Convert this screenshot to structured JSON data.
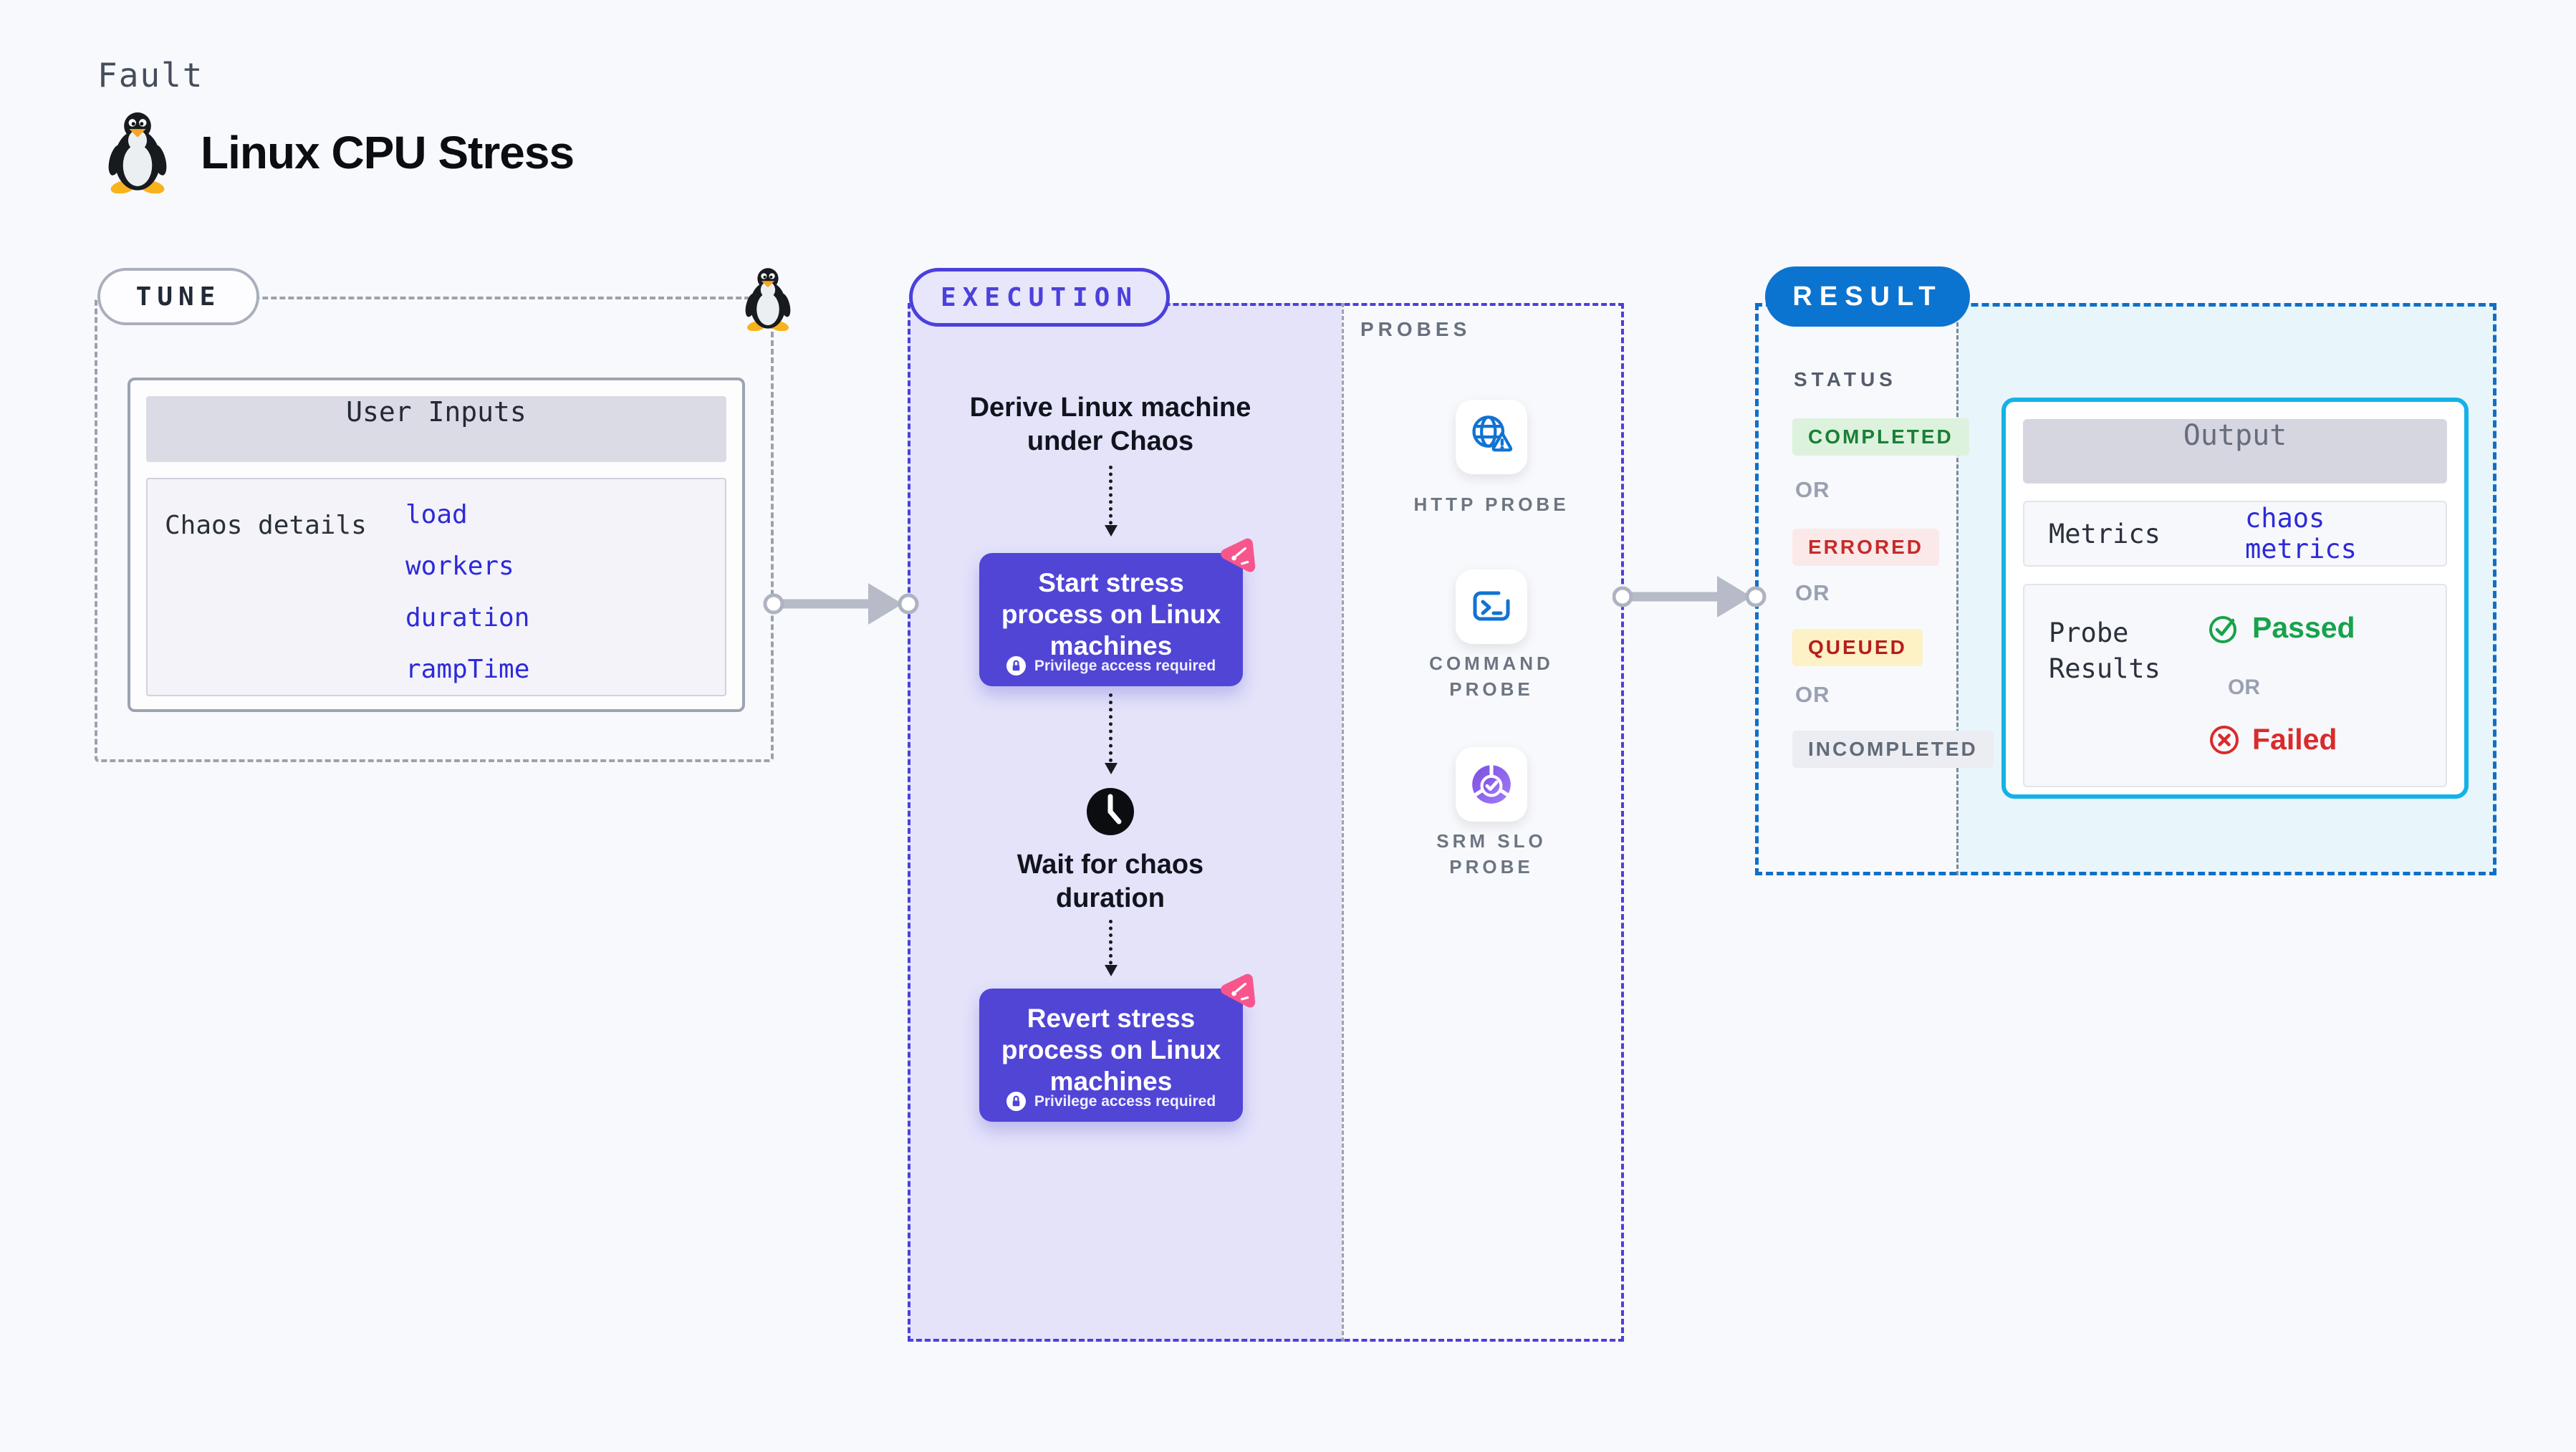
{
  "header": {
    "kicker": "Fault",
    "title": "Linux CPU Stress"
  },
  "tune": {
    "label": "TUNE",
    "card_title": "User Inputs",
    "row_label": "Chaos details",
    "inputs": [
      "load",
      "workers",
      "duration",
      "rampTime"
    ]
  },
  "execution": {
    "label": "EXECUTION",
    "derive_text": "Derive Linux machine under Chaos",
    "wait_text": "Wait for chaos duration",
    "steps": [
      {
        "title": "Start stress process on Linux machines",
        "note": "Privilege access required"
      },
      {
        "title": "Revert stress process on Linux machines",
        "note": "Privilege access required"
      }
    ]
  },
  "probes": {
    "label": "PROBES",
    "items": [
      {
        "label": "HTTP PROBE",
        "icon": "globe-alert-icon"
      },
      {
        "label": "COMMAND PROBE",
        "icon": "terminal-icon"
      },
      {
        "label": "SRM SLO PROBE",
        "icon": "slo-donut-check-icon"
      }
    ]
  },
  "result": {
    "label": "RESULT",
    "status_label": "STATUS",
    "or_label": "OR",
    "statuses": [
      {
        "label": "COMPLETED",
        "fg": "#1a7f37",
        "bg": "#dcf2dd"
      },
      {
        "label": "ERRORED",
        "fg": "#c62b2b",
        "bg": "#fbe9e9"
      },
      {
        "label": "QUEUED",
        "fg": "#b71d1d",
        "bg": "#fdf1c6"
      },
      {
        "label": "INCOMPLETED",
        "fg": "#626b78",
        "bg": "#ebedf3"
      }
    ],
    "output": {
      "title": "Output",
      "metrics_label": "Metrics",
      "metrics_value": "chaos metrics",
      "probe_results_label": "Probe Results",
      "passed": "Passed",
      "or": "OR",
      "failed": "Failed"
    }
  },
  "colors": {
    "page-bg": "#f8f9fc",
    "gray-border": "#9aa2af",
    "indigo": "#4b40dc",
    "lavender": "#e4e3fa",
    "node": "#5145d6",
    "pink": "#f7568c",
    "link": "#2e2ad8",
    "blue": "#0b74d0",
    "blue-dash": "#0f6fc9",
    "cyan": "#14b2e6",
    "panel-blue": "#e8f5fb",
    "icon-blue": "#1273d2",
    "green": "#16a34a",
    "red": "#d92b2b",
    "muted": "#6d7582"
  }
}
